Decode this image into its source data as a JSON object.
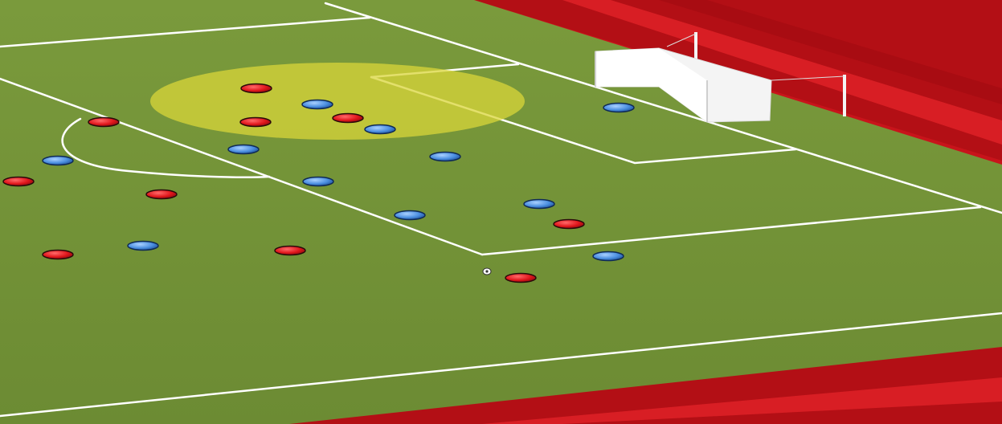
{
  "scene": {
    "description_colors": {
      "backdrop": "#c8141b",
      "backdrop_dark": "#a00d12",
      "pitch": "#6f8f34",
      "pitch_light": "#7c9c3c",
      "lines": "#ffffff",
      "highlight_zone": "#d9d63a",
      "team_red": "#e0161c",
      "team_blue": "#4a8ee0",
      "goal": "#f4f4f4"
    },
    "markers": {
      "red_team": [
        {
          "id": "r1"
        },
        {
          "id": "r2"
        },
        {
          "id": "r3"
        },
        {
          "id": "r4"
        },
        {
          "id": "r5"
        },
        {
          "id": "r6"
        },
        {
          "id": "r7"
        },
        {
          "id": "r8"
        },
        {
          "id": "r9"
        },
        {
          "id": "r10"
        },
        {
          "id": "r11"
        }
      ],
      "blue_team": [
        {
          "id": "b1"
        },
        {
          "id": "b2"
        },
        {
          "id": "b3"
        },
        {
          "id": "b4"
        },
        {
          "id": "b5"
        },
        {
          "id": "b6"
        },
        {
          "id": "b7"
        },
        {
          "id": "b8"
        },
        {
          "id": "b9"
        },
        {
          "id": "b10"
        },
        {
          "id": "b11"
        }
      ]
    },
    "ball": "soccer-ball-icon",
    "goal": "goal-frame-icon"
  }
}
